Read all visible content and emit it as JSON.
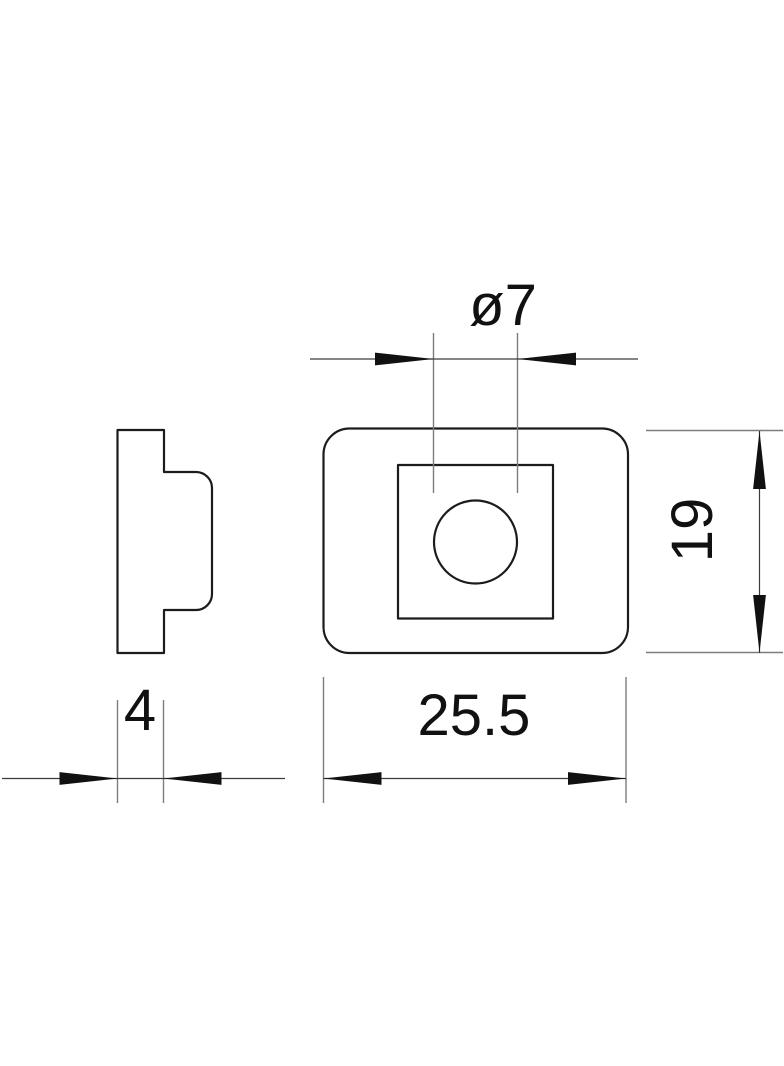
{
  "drawing": {
    "kind": "technical-drawing",
    "views": {
      "side_view": "side-profile-view",
      "front_view": "front-view"
    },
    "dimension_labels": {
      "hole_diameter": "ø7",
      "height": "19",
      "width": "25.5",
      "thickness": "4"
    }
  },
  "colors": {
    "background": "#ffffff",
    "object_line": "#1c1c1c",
    "dimension_line": "#3c3c3c",
    "extension_line": "#7d7d7d",
    "text": "#111111"
  }
}
